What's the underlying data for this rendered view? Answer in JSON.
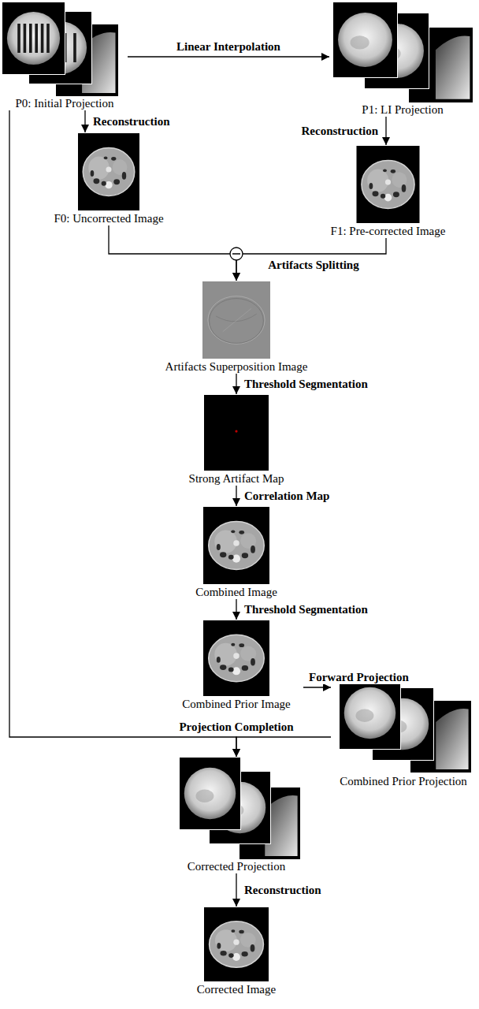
{
  "diagram": {
    "nodes": [
      {
        "text": [
          "P0: Initial Projection"
        ]
      },
      {
        "text": [
          "P1: LI Projection"
        ]
      },
      {
        "text": [
          "F0: Uncorrected Image"
        ]
      },
      {
        "text": [
          "F1: Pre-corrected Image"
        ]
      },
      {
        "text": [
          "Artifacts Superposition Image"
        ]
      },
      {
        "text": [
          "Strong Artifact Map"
        ]
      },
      {
        "text": [
          "Combined Image"
        ]
      },
      {
        "text": [
          "Combined Prior Image"
        ]
      },
      {
        "text": [
          "Combined Prior Projection"
        ]
      },
      {
        "text": [
          "Corrected Projection"
        ]
      },
      {
        "text": [
          "Corrected Image"
        ]
      }
    ],
    "edges": [
      {
        "from": 0,
        "to": 1,
        "arrow": "to",
        "label": "Linear Interpolation"
      },
      {
        "from": 0,
        "to": 2,
        "arrow": "to",
        "label": "Reconstruction"
      },
      {
        "from": 1,
        "to": 3,
        "arrow": "to",
        "label": "Reconstruction"
      },
      {
        "from": 2,
        "to": 4,
        "arrow": "to"
      },
      {
        "from": 3,
        "to": 4,
        "arrow": "to",
        "label": "Artifacts Splitting"
      },
      {
        "from": 4,
        "to": 5,
        "arrow": "to",
        "label": "Threshold Segmentation"
      },
      {
        "from": 5,
        "to": 6,
        "arrow": "to",
        "label": "Correlation Map"
      },
      {
        "from": 6,
        "to": 7,
        "arrow": "to",
        "label": "Threshold Segmentation"
      },
      {
        "from": 7,
        "to": 8,
        "arrow": "to",
        "label": "Forward Projection"
      },
      {
        "from": 0,
        "to": 9,
        "arrow": "to"
      },
      {
        "from": 8,
        "to": 9,
        "arrow": "to",
        "label": "Projection Completion"
      },
      {
        "from": 9,
        "to": 10,
        "arrow": "to",
        "label": "Reconstruction"
      }
    ]
  }
}
